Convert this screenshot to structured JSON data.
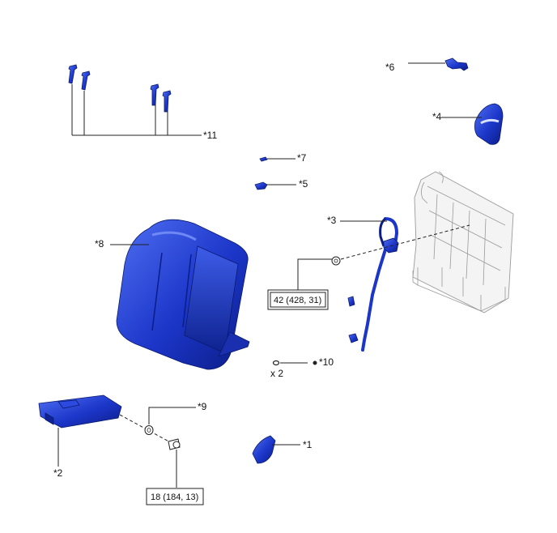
{
  "colors": {
    "part_blue": "#1c36c9",
    "part_dark": "#0b1d86",
    "part_light": "#5a78f0",
    "frame_gray": "#9a9a9a"
  },
  "labels": {
    "p1": "*1",
    "p2": "*2",
    "p3": "*3",
    "p4": "*4",
    "p5": "*5",
    "p6": "*6",
    "p7": "*7",
    "p8": "*8",
    "p9": "*9",
    "p10": "*10",
    "p11": "*11",
    "qty": "x 2"
  },
  "torque": {
    "upper": "42 (428, 31)",
    "lower": "18 (184, 13)"
  }
}
